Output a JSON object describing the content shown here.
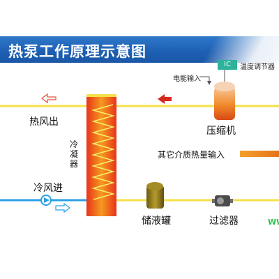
{
  "diagram": {
    "title": "热泵工作原理示意图",
    "labels": {
      "temperature_controller": "温度调节器",
      "ic": "IC",
      "power_input": "电能输入",
      "compressor": "压缩机",
      "hot_air_out": "热风出",
      "condenser": "冷凝器",
      "other_heat_input": "其它介质热量输入",
      "cold_air_in": "冷风进",
      "receiver": "储液罐",
      "filter": "过滤器",
      "watermark": "WW"
    }
  },
  "colors": {
    "banner": "#1d5fb3",
    "pipe_yellow": "#f5e04a",
    "pipe_blue": "#2aa0e6",
    "condenser_red": "#e8331c",
    "condenser_orange": "#f59a1e",
    "ic_box": "#2db39a"
  }
}
